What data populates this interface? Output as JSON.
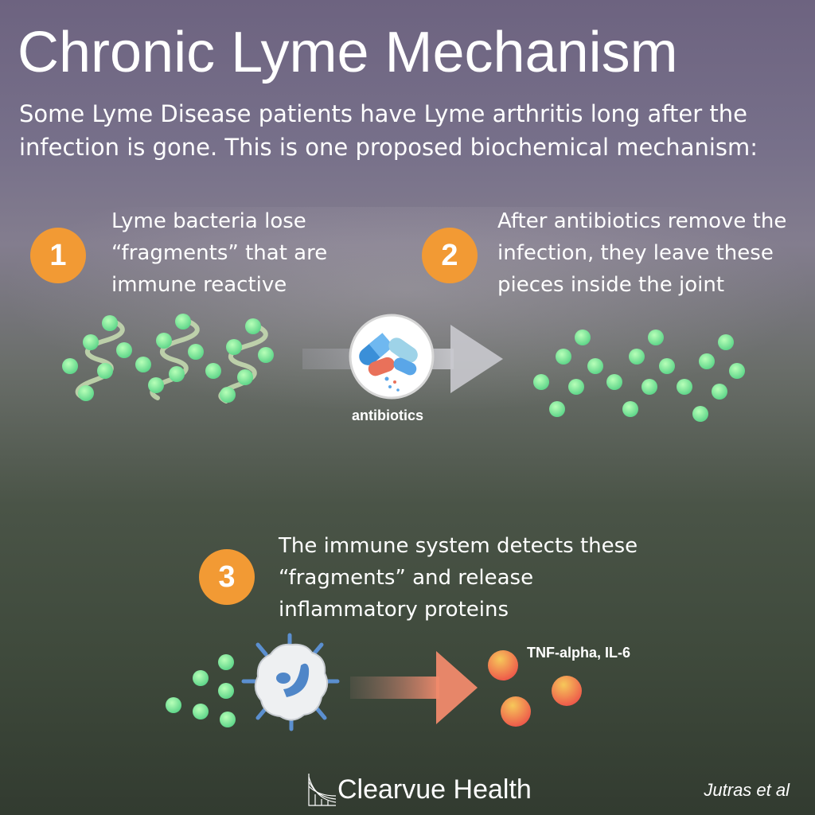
{
  "title": "Chronic Lyme Mechanism",
  "intro": "Some Lyme Disease patients have Lyme arthritis long after the infection is gone. This is one proposed biochemical mechanism:",
  "steps": [
    {
      "number": "1",
      "text": "Lyme bacteria lose “fragments” that are immune reactive"
    },
    {
      "number": "2",
      "text": "After antibiotics remove the infection, they leave these pieces inside the joint"
    },
    {
      "number": "3",
      "text": "The immune system detects these “fragments” and release inflammatory proteins"
    }
  ],
  "antibiotics_label": "antibiotics",
  "cytokines_label": "TNF-alpha, IL-6",
  "brand": "Clearvue Health",
  "citation": "Jutras et al",
  "icons": [
    "bacteria-icon",
    "pill-icon",
    "immune-cell-icon",
    "arrow-icon",
    "brand-logo-icon"
  ],
  "colors": {
    "accent": "#f29a34",
    "fragment": "#7fe08f",
    "cytokine": "#f39a4a",
    "arrow": "#e8846a"
  }
}
